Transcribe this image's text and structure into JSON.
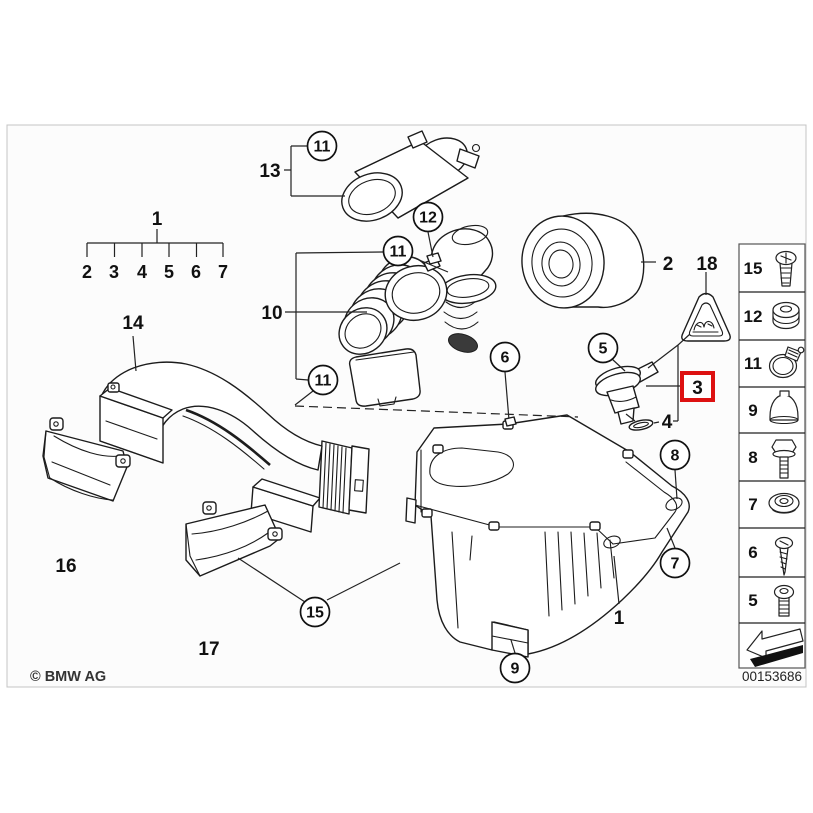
{
  "colors": {
    "highlight": "#dd1111",
    "line": "#1c1c1c",
    "panel_bg": "#fcfcfc"
  },
  "tree": {
    "parent": "1",
    "children": [
      "2",
      "3",
      "4",
      "5",
      "6",
      "7"
    ]
  },
  "labels": {
    "boot13": "13",
    "clamp11": "11",
    "screw12": "12",
    "hose10": "10",
    "duct14": "14",
    "filter2": "2",
    "warn18": "18",
    "sensor5": "5",
    "highlight3": "3",
    "seal4": "4",
    "screw6": "6",
    "bolt8": "8",
    "grommet7": "7",
    "housing1": "1",
    "cap9": "9",
    "screw15": "15",
    "scoop16": "16",
    "scoop17": "17"
  },
  "sidebar": {
    "items": [
      {
        "number": "15",
        "icon": "pan-head-screw"
      },
      {
        "number": "12",
        "icon": "rubber-grommet"
      },
      {
        "number": "11",
        "icon": "hose-clamp"
      },
      {
        "number": "9",
        "icon": "dome-cap"
      },
      {
        "number": "8",
        "icon": "flange-bolt"
      },
      {
        "number": "7",
        "icon": "washer-grommet"
      },
      {
        "number": "6",
        "icon": "tapping-screw"
      },
      {
        "number": "5",
        "icon": "machine-screw"
      }
    ],
    "nav_icon": "back-arrow",
    "part_number": "00153686"
  },
  "footer": {
    "copyright": "© BMW AG"
  }
}
